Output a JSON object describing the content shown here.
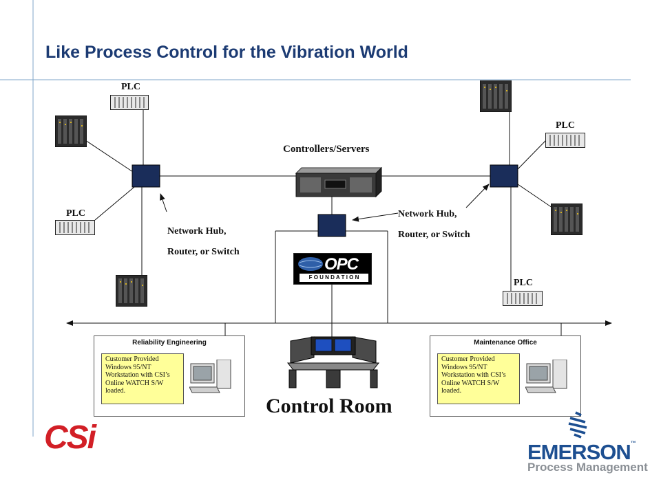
{
  "title": "Like Process Control for the Vibration World",
  "labels": {
    "plc_top_left": "PLC",
    "plc_mid_left": "PLC",
    "plc_top_right": "PLC",
    "plc_bottom_right": "PLC",
    "controllers": "Controllers/Servers",
    "hub_left_line1": "Network Hub,",
    "hub_left_line2": "Router, or Switch",
    "hub_right_line1": "Network Hub,",
    "hub_right_line2": "Router, or Switch",
    "control_room": "Control Room"
  },
  "offices": {
    "left_title": "Reliability Engineering",
    "right_title": "Maintenance Office",
    "note": "Customer Provided Windows 95/NT Workstation with CSI’s Online WATCH S/W loaded."
  },
  "opc": {
    "mark": "OPC",
    "foundation": "F O U N D A T I O N"
  },
  "logos": {
    "csi": "CSi",
    "emerson": "EMERSON",
    "process_management": "Process Management",
    "trademark": "™"
  },
  "colors": {
    "title": "#1c3b73",
    "hub": "#1a2d5a",
    "note_bg": "#ffff99",
    "emerson": "#1d4f91",
    "csi": "#d21f26"
  }
}
